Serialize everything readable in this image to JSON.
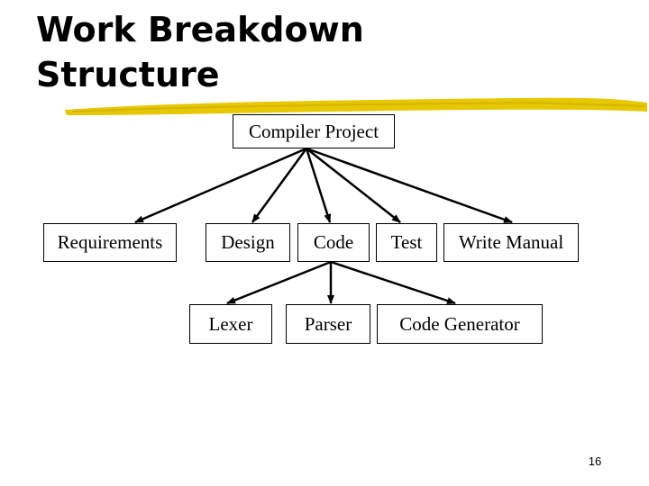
{
  "slide": {
    "title": "Work Breakdown\nStructure",
    "page_number": "16",
    "accent_color": "#e6c800"
  },
  "wbs": {
    "root": "Compiler Project",
    "level1": [
      "Requirements",
      "Design",
      "Code",
      "Test",
      "Write Manual"
    ],
    "code_children": [
      "Lexer",
      "Parser",
      "Code Generator"
    ]
  }
}
